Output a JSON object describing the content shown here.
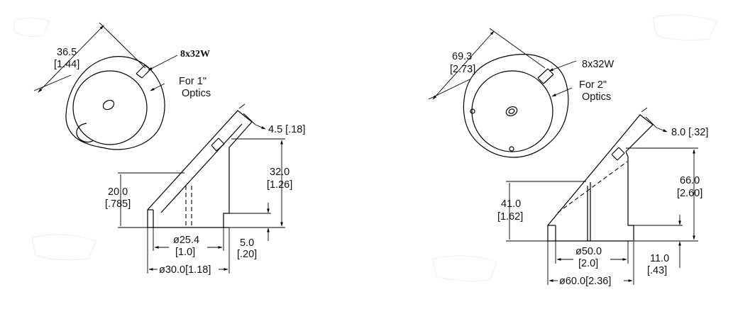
{
  "left_view": {
    "top_dim": "36.5",
    "top_dim_in": "[1.44]",
    "thread": "8x32W",
    "optics_line1": "For 1\"",
    "optics_line2": "Optics",
    "width_dim": "4.5 [.18]",
    "height_dim": "32.0",
    "height_dim_in": "[1.26]",
    "low_dim": "20.0",
    "low_dim_in": "[.785]",
    "base_dim": "5.0",
    "base_dim_in": "[.20]",
    "bore_dim": "ø25.4",
    "bore_dim_in": "[1.0]",
    "outer_dim": "ø30.0[1.18]"
  },
  "right_view": {
    "top_dim": "69.3",
    "top_dim_in": "[2.73]",
    "thread": "8x32W",
    "optics_line1": "For 2\"",
    "optics_line2": "Optics",
    "width_dim": "8.0 [.32]",
    "height_dim": "66.0",
    "height_dim_in": "[2.60]",
    "low_dim": "41.0",
    "low_dim_in": "[1.62]",
    "base_dim": "11.0",
    "base_dim_in": "[.43]",
    "bore_dim": "ø50.0",
    "bore_dim_in": "[2.0]",
    "outer_dim": "ø60.0[2.36]"
  }
}
